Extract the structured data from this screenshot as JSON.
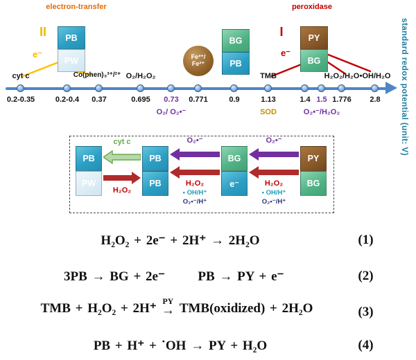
{
  "top": {
    "electron_transfer": "electron-transfer",
    "peroxidase": "peroxidase",
    "numeral_left": "II",
    "numeral_right": "I",
    "electron_left": "e⁻",
    "electron_right": "e⁻",
    "stack_left_top": "PB",
    "stack_left_bottom": "PW",
    "stack_mid_top": "BG",
    "stack_mid_bottom": "PB",
    "stack_right_top": "PY",
    "stack_right_bottom": "BG",
    "fe_line1": "Fe³⁺/",
    "fe_line2": "Fe²⁺"
  },
  "axis": {
    "title": "standard redox potential (unit: V)",
    "values": [
      "0.2-0.35",
      "0.2-0.4",
      "0.37",
      "0.695",
      "0.73",
      "0.771",
      "0.9",
      "1.13",
      "1.4",
      "1.5",
      "1.776",
      "2.8"
    ],
    "labels_above": {
      "cyt_c": "cyt c",
      "cophen": "Co(phen)₃³⁺/²⁺",
      "o2_h2o2": "O₂/H₂O₂",
      "tmb": "TMB",
      "h2o2_h2o": "H₂O₂/H₂O",
      "oh_h2o": "•OH/H₂O"
    },
    "labels_below": {
      "o2_o2rad": "O₂/ O₂•⁻",
      "sod": "SOD",
      "o2rad_h2o2": "O₂•⁻/H₂O₂"
    }
  },
  "scheme": {
    "stack1_top": "PB",
    "stack1_bottom": "PW",
    "stack2_top": "PB",
    "stack2_bottom": "PB",
    "stack3_top": "BG",
    "stack3_bottom": "e⁻",
    "stack4_top": "PY",
    "stack4_bottom": "BG",
    "pairA_top": "cyt c",
    "pairA_bottom": "H₂O₂",
    "pairB_top": "O₂•⁻",
    "pairB_l1": "H₂O₂",
    "pairB_l2": "• OH/H⁺",
    "pairB_l3": "O₂•⁻/H⁺",
    "pairC_top": "O₂•⁻",
    "pairC_l1": "H₂O₂",
    "pairC_l2": "• OH/H⁺",
    "pairC_l3": "O₂•⁻/H⁺"
  },
  "equations": {
    "eq1_text": "H₂O₂ + 2e⁻ + 2H⁺ → 2H₂O",
    "eq1_num": "(1)",
    "eq2_part1": "3PB → BG + 2e⁻",
    "eq2_part2": "PB → PY + e⁻",
    "eq2_num": "(2)",
    "eq3_left": "TMB + H₂O₂ + 2H⁺",
    "eq3_arrow_label": "PY",
    "eq3_arrow": "→",
    "eq3_right": "TMB(oxidized) + 2H₂O",
    "eq3_num": "(3)",
    "eq4_text": "PB + H⁺ + ˙OH → PY + H₂O",
    "eq4_num": "(4)"
  },
  "colors": {
    "axis_blue": "#4e86c6",
    "purple": "#7030a0",
    "red": "#c00000",
    "orange": "#e36c0a",
    "yellow": "#ffc000",
    "teal_title": "#1f7ea3",
    "green": "#6aa84f",
    "pb_blue": "#2d9fc4",
    "pw_pale": "#d3e8f3",
    "bg_green": "#4fb184",
    "py_brown": "#8a5a2b",
    "arrow_red": "#b02b2b",
    "dark_blue": "#28317e",
    "sod_gold": "#bf9000"
  }
}
